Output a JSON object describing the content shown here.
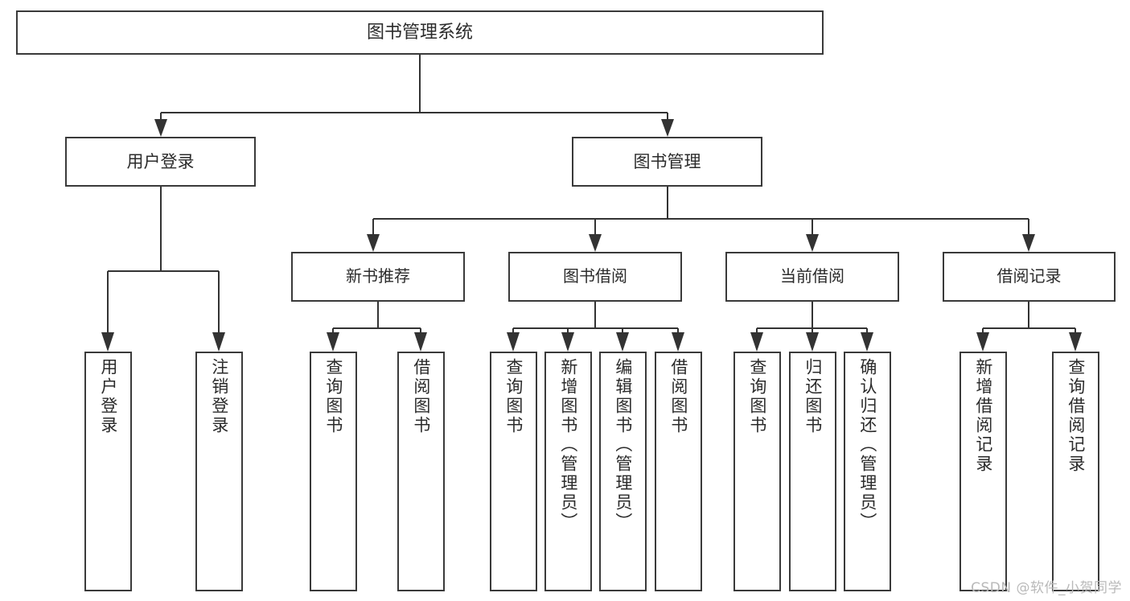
{
  "diagram": {
    "title": "图书管理系统",
    "type": "tree",
    "root": {
      "label": "图书管理系统"
    },
    "level1": [
      {
        "id": "user-login",
        "label": "用户登录"
      },
      {
        "id": "book-management",
        "label": "图书管理"
      }
    ],
    "level2": [
      {
        "id": "new-book-recommend",
        "label": "新书推荐",
        "parent": "book-management"
      },
      {
        "id": "book-borrow",
        "label": "图书借阅",
        "parent": "book-management"
      },
      {
        "id": "current-borrow",
        "label": "当前借阅",
        "parent": "book-management"
      },
      {
        "id": "borrow-record",
        "label": "借阅记录",
        "parent": "book-management"
      }
    ],
    "leaves": [
      {
        "id": "leaf-user-login",
        "label": "用户登录",
        "parent": "user-login"
      },
      {
        "id": "leaf-user-logout",
        "label": "注销登录",
        "parent": "user-login"
      },
      {
        "id": "leaf-query-book-1",
        "label": "查询图书",
        "parent": "new-book-recommend"
      },
      {
        "id": "leaf-borrow-book-1",
        "label": "借阅图书",
        "parent": "new-book-recommend"
      },
      {
        "id": "leaf-query-book-2",
        "label": "查询图书",
        "parent": "book-borrow"
      },
      {
        "id": "leaf-add-book",
        "label": "新增图书（管理员）",
        "parent": "book-borrow"
      },
      {
        "id": "leaf-edit-book",
        "label": "编辑图书（管理员）",
        "parent": "book-borrow"
      },
      {
        "id": "leaf-borrow-book-2",
        "label": "借阅图书",
        "parent": "book-borrow"
      },
      {
        "id": "leaf-query-book-3",
        "label": "查询图书",
        "parent": "current-borrow"
      },
      {
        "id": "leaf-return-book",
        "label": "归还图书",
        "parent": "current-borrow"
      },
      {
        "id": "leaf-confirm-return",
        "label": "确认归还（管理员）",
        "parent": "current-borrow"
      },
      {
        "id": "leaf-add-record",
        "label": "新增借阅记录",
        "parent": "borrow-record"
      },
      {
        "id": "leaf-query-record",
        "label": "查询借阅记录",
        "parent": "borrow-record"
      }
    ],
    "colors": {
      "box_border": "#3a3a3a",
      "connector": "#333333",
      "background": "#ffffff",
      "text": "#2b2b2b",
      "watermark": "#b9b9b9"
    }
  },
  "watermark": {
    "text": "CSDN @软件_小贺同学"
  }
}
